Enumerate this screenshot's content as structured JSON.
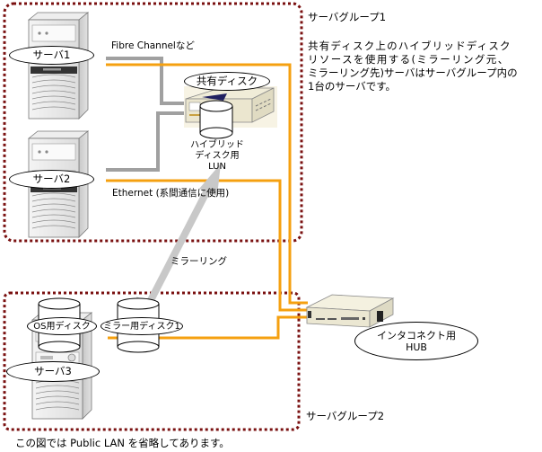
{
  "groups": {
    "group1": {
      "label": "サーバグループ1"
    },
    "group2": {
      "label": "サーバグループ2"
    }
  },
  "description": {
    "lines": [
      "共有ディスク上のハイブリッドディスク",
      "リソースを使用する(ミラーリング元、",
      "ミラーリング先)サーバはサーバグループ内の",
      "1台のサーバです。"
    ]
  },
  "servers": {
    "server1": {
      "label": "サーバ1"
    },
    "server2": {
      "label": "サーバ2"
    },
    "server3": {
      "label": "サーバ3"
    }
  },
  "shared_disk": {
    "label": "共有ディスク",
    "lun_label_lines": [
      "ハイブリッド",
      "ディスク用",
      "LUN"
    ]
  },
  "disks": {
    "os_disk": {
      "label": "OS用ディスク"
    },
    "mirror_disk": {
      "label": "ミラー用ディスク1"
    }
  },
  "connections": {
    "fibre_channel": {
      "label": "Fibre Channelなど"
    },
    "ethernet": {
      "label": "Ethernet (系間通信に使用)"
    },
    "mirroring": {
      "label": "ミラーリング"
    }
  },
  "hub": {
    "label_lines": [
      "インタコネクト用",
      "HUB"
    ]
  },
  "footnote": "この図では Public LAN を省略してあります。",
  "colors": {
    "group_border": "#7a1010",
    "ethernet_cable": "#f5a010",
    "fibre_cable": "#a0a0a0",
    "mirror_arrow": "#c8c8c8"
  }
}
